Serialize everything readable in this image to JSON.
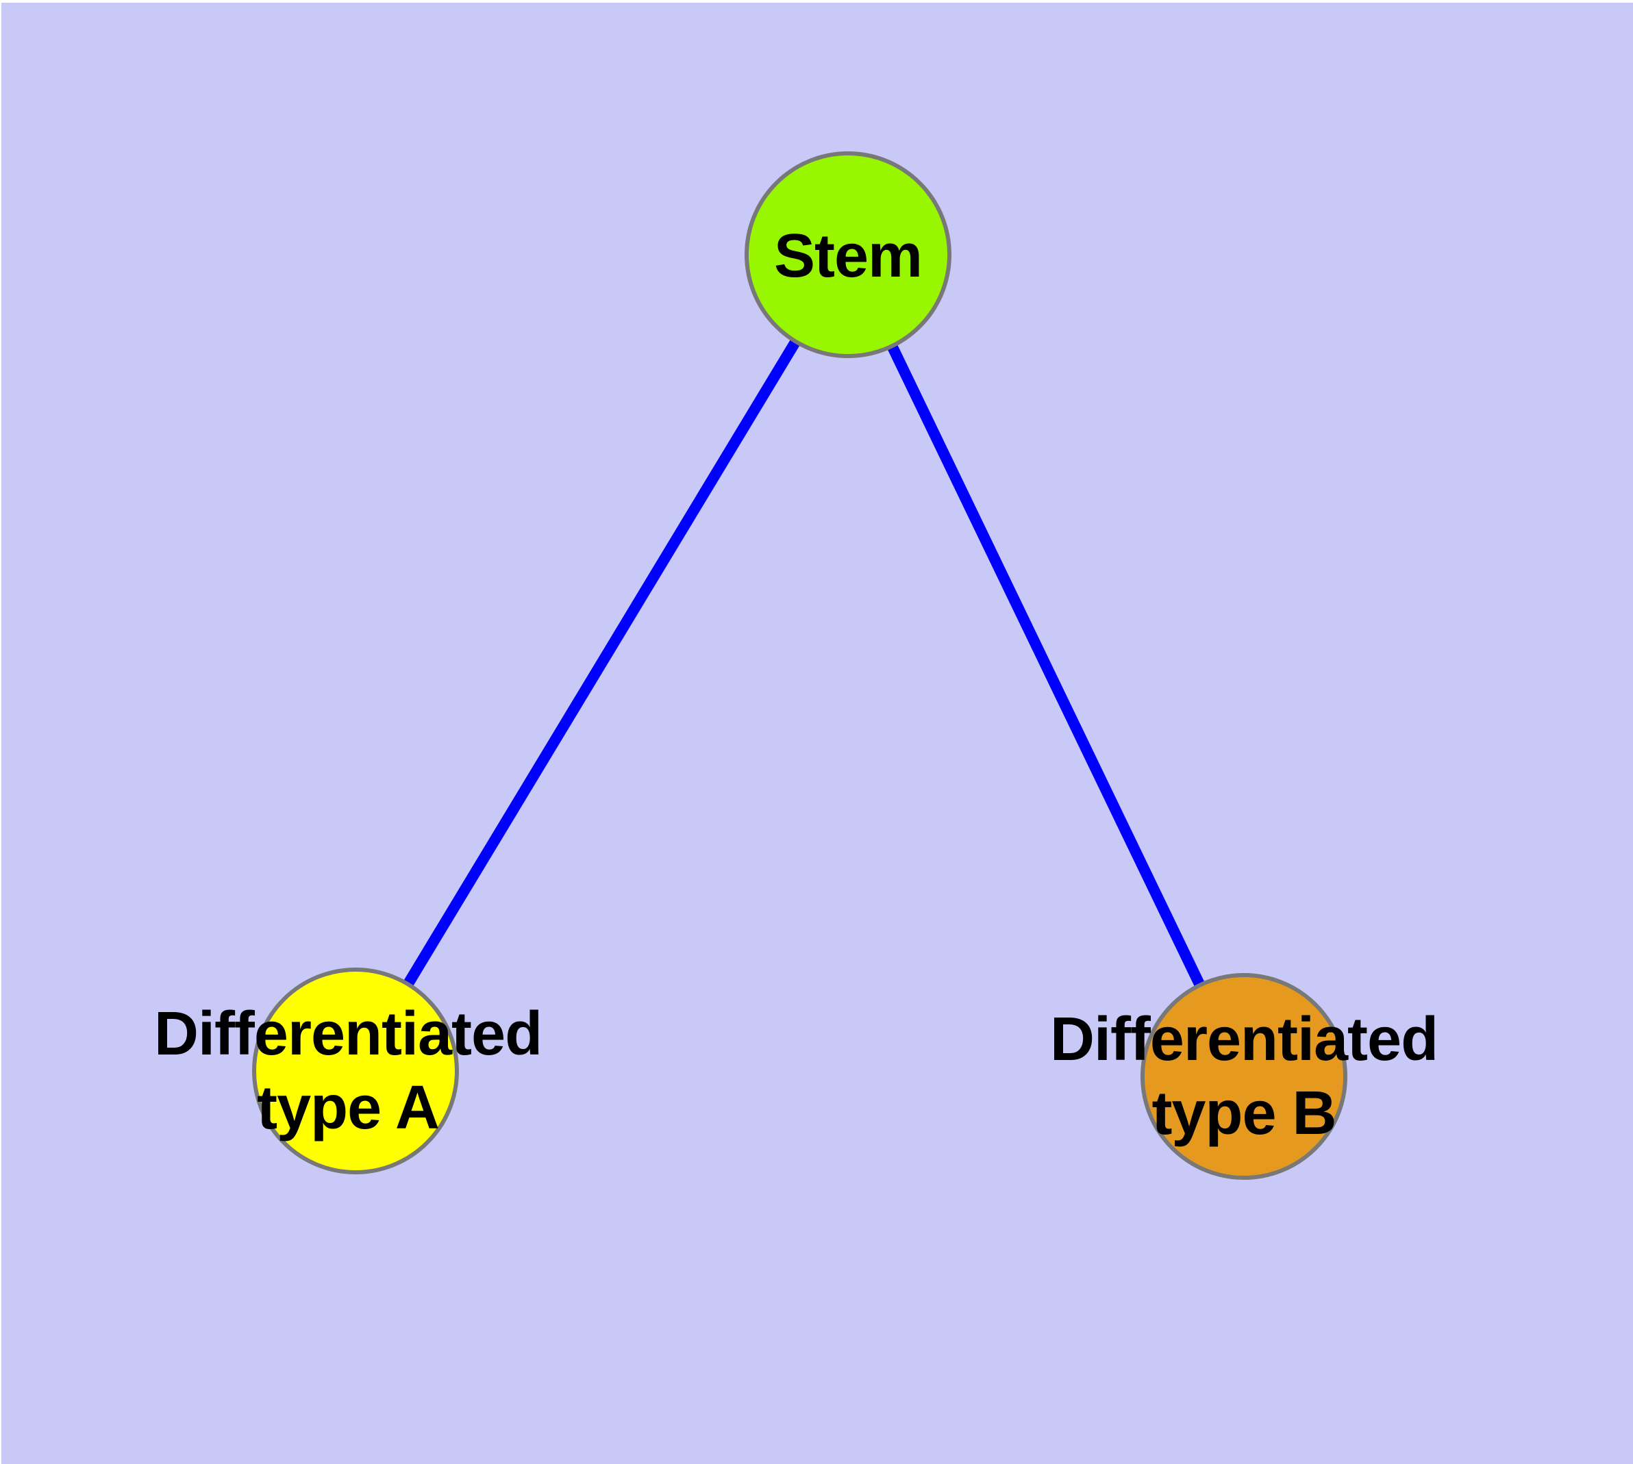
{
  "diagram": {
    "type": "graph",
    "description": "Stem cell differentiation tree: one stem node connected to two differentiated cell type nodes",
    "background_color": "#C9C9F8",
    "canvas_color": "#FFFFFF",
    "node_border_color": "#787878",
    "edge_color": "#0000FF",
    "label_color": "#000000",
    "nodes": {
      "stem": {
        "label": "Stem",
        "fill": "#98F700"
      },
      "type_a": {
        "label_line1": "Differentiated",
        "label_line2": "type A",
        "fill": "#FFFF00"
      },
      "type_b": {
        "label_line1": "Differentiated",
        "label_line2": "type B",
        "fill": "#E59A1F"
      }
    },
    "edges": [
      {
        "from": "Stem",
        "to": "Differentiated type A"
      },
      {
        "from": "Stem",
        "to": "Differentiated type B"
      }
    ]
  }
}
